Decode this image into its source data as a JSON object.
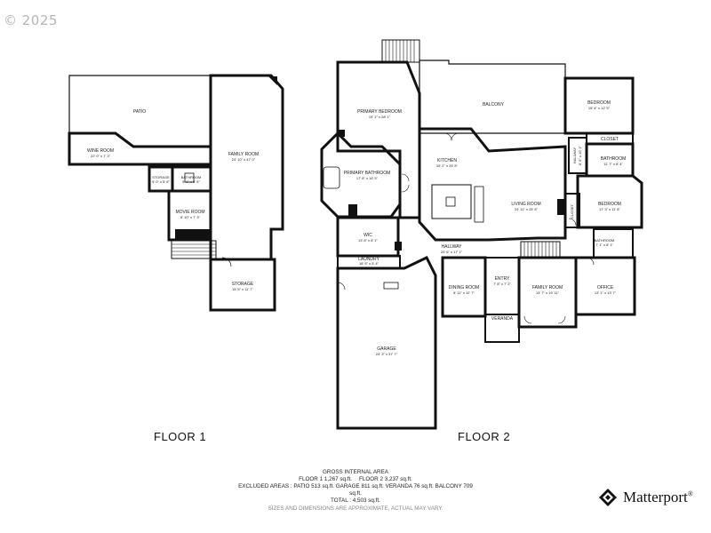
{
  "copyright": "© 2025",
  "floors": [
    {
      "title": "FLOOR 1",
      "rooms": [
        {
          "name": "PATIO",
          "dims": ""
        },
        {
          "name": "WINE ROOM",
          "dims": "22' 0\" x 7' 3\""
        },
        {
          "name": "FAMILY ROOM",
          "dims": "24' 10\" x 47' 0\""
        },
        {
          "name": "STORAGE",
          "dims": "5' 0\" x 5' 6\""
        },
        {
          "name": "BATHROOM",
          "dims": "9' 1\" x 5' 6\""
        },
        {
          "name": "MOVIE ROOM",
          "dims": "8' 10\" x 7' 3\""
        },
        {
          "name": "STORAGE",
          "dims": "15' 5\" x 11' 7\""
        }
      ]
    },
    {
      "title": "FLOOR 2",
      "rooms": [
        {
          "name": "PRIMARY BEDROOM",
          "dims": "19' 1\" x 28' 1\""
        },
        {
          "name": "BALCONY",
          "dims": ""
        },
        {
          "name": "BEDROOM",
          "dims": "15' 4\" x 12' 5\""
        },
        {
          "name": "CLOSET",
          "dims": ""
        },
        {
          "name": "KITCHEN",
          "dims": "15' 2\" x 25' 8\""
        },
        {
          "name": "PRIMARY BATHROOM",
          "dims": "17' 8\" x 16' 5\""
        },
        {
          "name": "HALLWAY",
          "dims": "8' 5\" x 10' 1\""
        },
        {
          "name": "BATHROOM",
          "dims": "11' 7\" x 8' 4\""
        },
        {
          "name": "LIVING ROOM",
          "dims": "24' 11\" x 25' 8\""
        },
        {
          "name": "CLOSET",
          "dims": ""
        },
        {
          "name": "BEDROOM",
          "dims": "17' 3\" x 11' 8\""
        },
        {
          "name": "WIC",
          "dims": "13' 8\" x 8' 1\""
        },
        {
          "name": "LAUNDRY",
          "dims": "18' 5\" x 5' 4\""
        },
        {
          "name": "HALLWAY",
          "dims": "20' 6\" x 17' 1\""
        },
        {
          "name": "BATHROOM",
          "dims": "7' 1\" x 8' 1\""
        },
        {
          "name": "ENTRY",
          "dims": "7' 8\" x 7' 2\""
        },
        {
          "name": "DINING ROOM",
          "dims": "8' 11\" x 12' 7\""
        },
        {
          "name": "FAMILY ROOM",
          "dims": "13' 7\" x 19' 11\""
        },
        {
          "name": "OFFICE",
          "dims": "13' 1\" x 13' 7\""
        },
        {
          "name": "VERANDA",
          "dims": ""
        },
        {
          "name": "GARAGE",
          "dims": "24' 3\" x 37' 7\""
        }
      ]
    }
  ],
  "summary": {
    "heading": "GROSS INTERNAL AREA",
    "floor1": "FLOOR 1 1,267 sq.ft.",
    "floor2": "FLOOR 2 3,237 sq.ft.",
    "excluded_label": "EXCLUDED AREAS :",
    "excluded_patio": "PATIO 513 sq.ft.",
    "excluded_garage": "GARAGE 811 sq.ft.",
    "excluded_veranda": "VERANDA 76 sq.ft.",
    "excluded_balcony": "BALCONY 709",
    "excluded_unit": "sq.ft.",
    "total": "TOTAL : 4,503 sq.ft.",
    "note": "SIZES AND DIMENSIONS ARE APPROXIMATE, ACTUAL MAY VARY."
  },
  "brand": {
    "name": "Matterport",
    "mark": "®",
    "icon": "matterport-logo-icon"
  },
  "colors": {
    "wall": "#111111",
    "text": "#222222",
    "note": "#888888",
    "copyright": "#b5b5b5"
  }
}
